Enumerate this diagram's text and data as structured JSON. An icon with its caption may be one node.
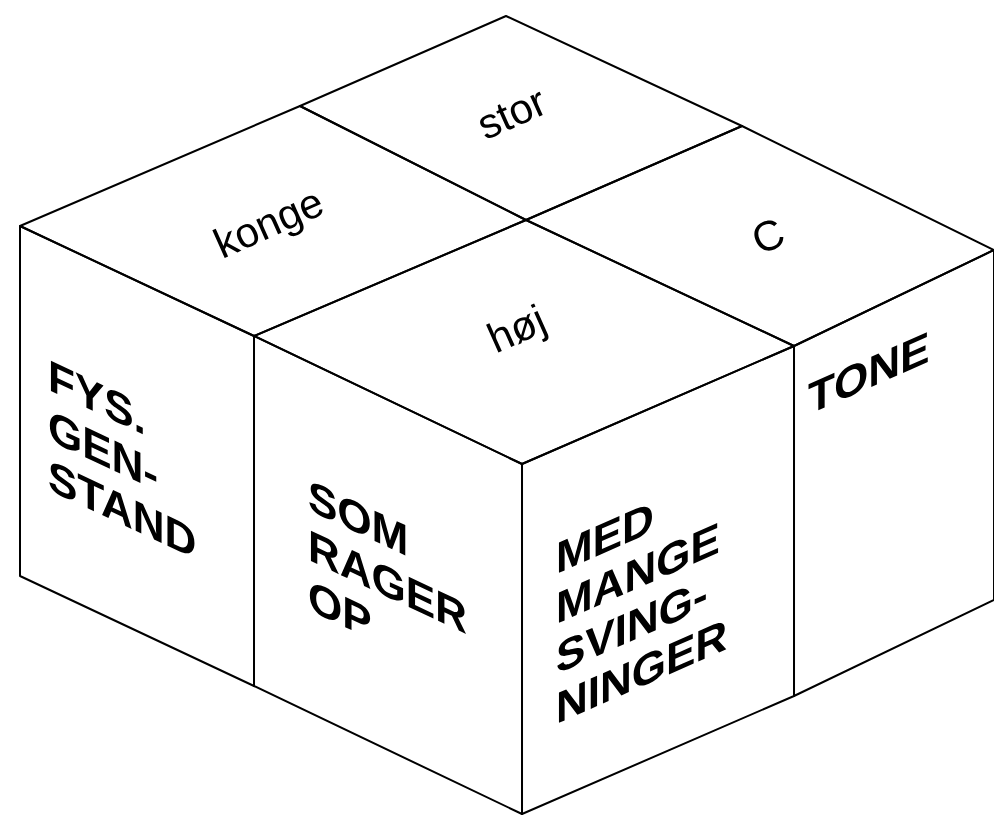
{
  "diagram": {
    "nodes": [
      {
        "text": [
          "stor"
        ]
      },
      {
        "text": [
          "konge"
        ]
      },
      {
        "text": [
          "C"
        ]
      },
      {
        "text": [
          "høj"
        ]
      },
      {
        "text": [
          "FYS. GEN- STAND"
        ]
      },
      {
        "text": [
          "SOM RAGER OP"
        ]
      },
      {
        "text": [
          "MED MANGE SVING- NINGER"
        ]
      },
      {
        "text": [
          "TONE"
        ]
      }
    ]
  }
}
